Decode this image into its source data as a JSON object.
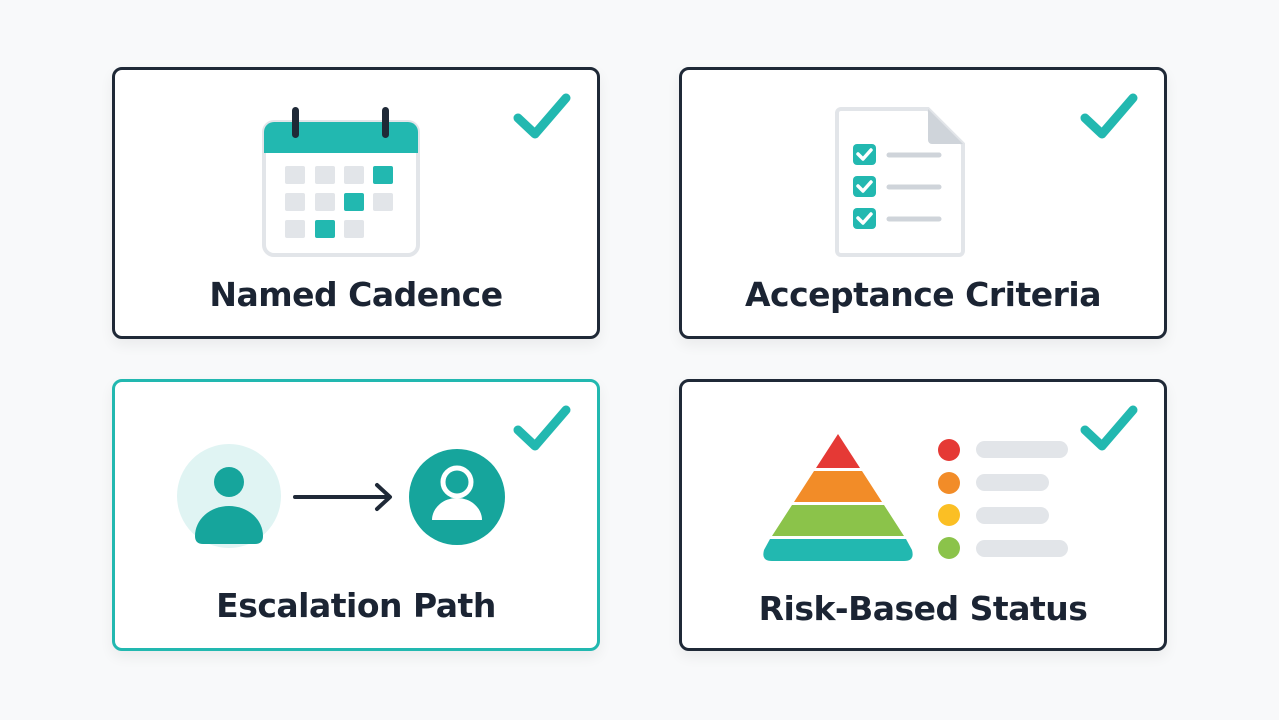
{
  "colors": {
    "accent": "#22b8b0",
    "accent_dark": "#159a92",
    "border": "#1f2937",
    "text": "#1b2433",
    "risk_red": "#e53935",
    "risk_orange": "#f28c28",
    "risk_green": "#8bc34a",
    "risk_yellow": "#fbbf24",
    "line_grey": "#e2e5e9"
  },
  "cards": [
    {
      "label": "Named Cadence",
      "icon": "calendar-icon",
      "status": "check-icon"
    },
    {
      "label": "Acceptance Criteria",
      "icon": "checklist-document-icon",
      "status": "check-icon"
    },
    {
      "label": "Escalation Path",
      "icon": "person-to-person-arrow-icon",
      "status": "check-icon"
    },
    {
      "label": "Risk-Based Status",
      "icon": "risk-pyramid-icon",
      "status": "check-icon"
    }
  ]
}
